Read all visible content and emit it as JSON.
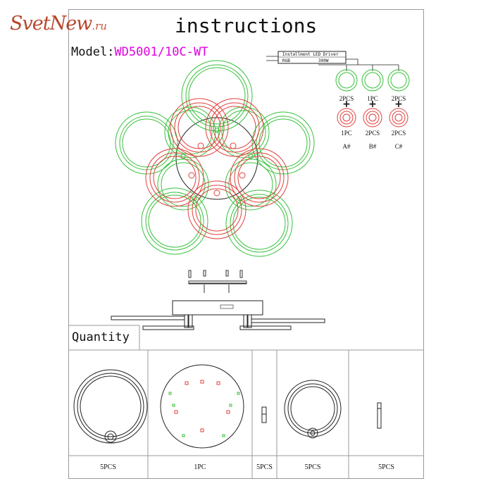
{
  "logo": {
    "name": "SvetNew",
    "suffix": ".ru"
  },
  "header": {
    "title": "instructions"
  },
  "model": {
    "label": "Model:",
    "code": "WD5001/10C-WT"
  },
  "driver": {
    "line1": "Installment LED Driver",
    "rgb": "RGB",
    "power": "300W"
  },
  "wiring": {
    "green_counts": [
      "2PCS",
      "1PC",
      "2PCS"
    ],
    "red_counts": [
      "1PC",
      "2PCS",
      "2PCS"
    ],
    "groups": [
      "A#",
      "B#",
      "C#"
    ],
    "plus": "+"
  },
  "quantity": {
    "label": "Quantity",
    "cells": [
      "5PCS",
      "1PC",
      "5PCS",
      "5PCS",
      "5PCS"
    ]
  },
  "colors": {
    "green": "#35c13a",
    "red": "#e0403c",
    "magenta": "#e000e0",
    "logo": "#b8462c"
  }
}
